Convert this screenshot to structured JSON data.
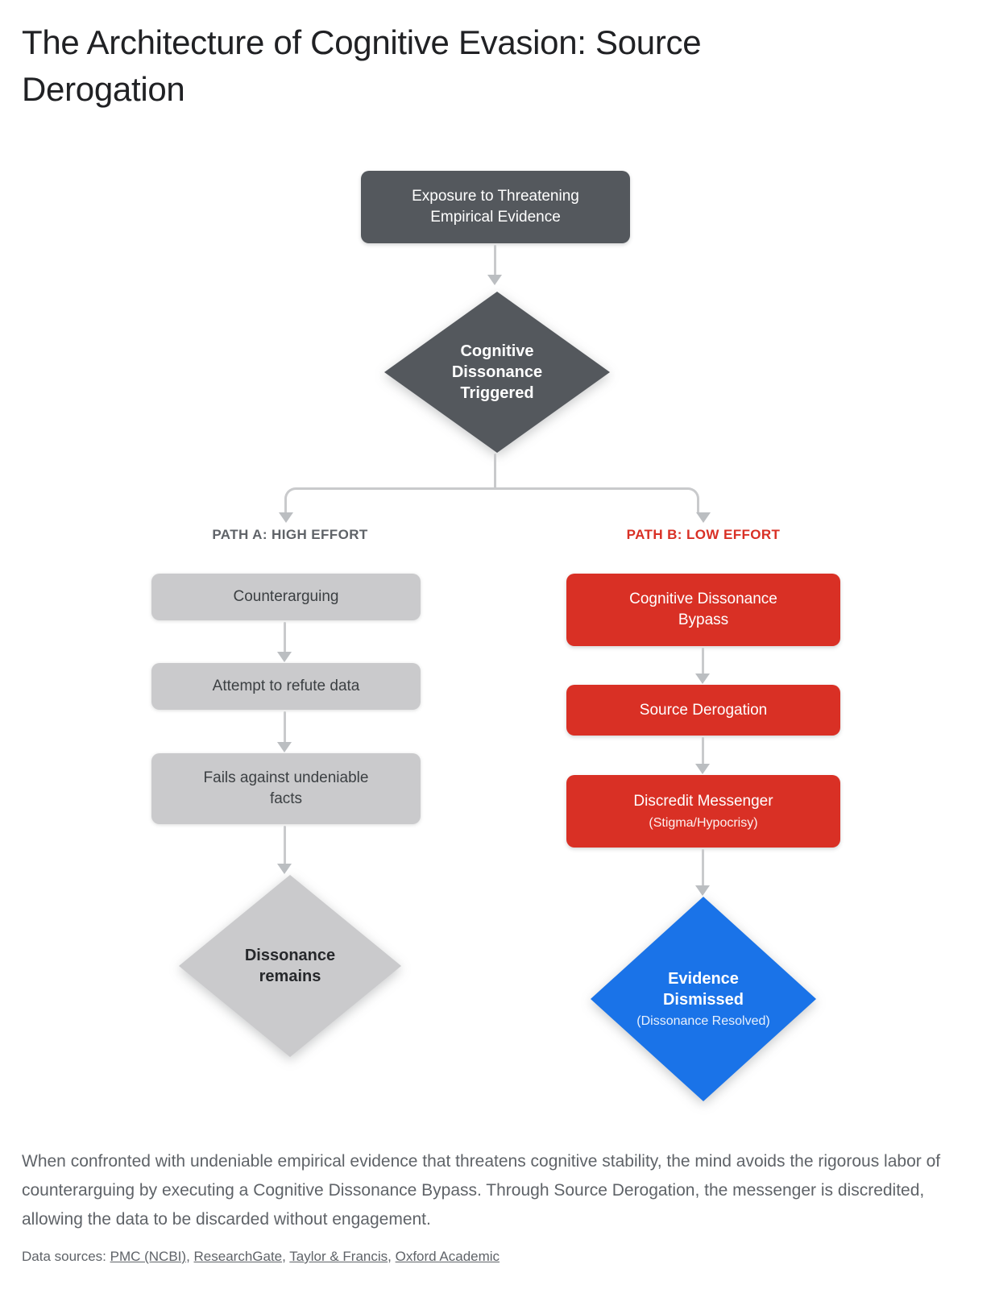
{
  "title": "The Architecture of Cognitive Evasion: Source Derogation",
  "flowchart": {
    "start": {
      "label": "Exposure to Threatening Empirical Evidence"
    },
    "decision": {
      "label": "Cognitive Dissonance Triggered"
    },
    "path_a": {
      "label": "PATH A: HIGH EFFORT",
      "steps": [
        {
          "label": "Counterarguing"
        },
        {
          "label": "Attempt to refute data"
        },
        {
          "label": "Fails against undeniable facts"
        }
      ],
      "outcome": {
        "label": "Dissonance remains"
      }
    },
    "path_b": {
      "label": "PATH B: LOW EFFORT",
      "steps": [
        {
          "label": "Cognitive Dissonance Bypass"
        },
        {
          "label": "Source Derogation"
        },
        {
          "label": "Discredit Messenger",
          "sublabel": "(Stigma/Hypocrisy)"
        }
      ],
      "outcome": {
        "label": "Evidence Dismissed",
        "sublabel": "(Dissonance Resolved)"
      }
    }
  },
  "caption": "When confronted with undeniable empirical evidence that threatens cognitive stability, the mind avoids the rigorous labor of counterarguing by executing a Cognitive Dissonance Bypass. Through Source Derogation, the messenger is discredited, allowing the data to be discarded without engagement.",
  "sources": {
    "prefix": "Data sources: ",
    "separator": ", ",
    "links": [
      "PMC (NCBI)",
      "ResearchGate",
      "Taylor & Francis",
      "Oxford Academic"
    ]
  },
  "colors": {
    "accent_red": "#D93025",
    "accent_blue": "#1A73E8",
    "dark_node": "#54585D",
    "gray_node": "#CACACC",
    "gray_node_text": "#3C4043",
    "connector": "#C9CACC",
    "arrowhead": "#BBBEC1",
    "heading_text": "#202124",
    "body_text": "#5F6368"
  }
}
